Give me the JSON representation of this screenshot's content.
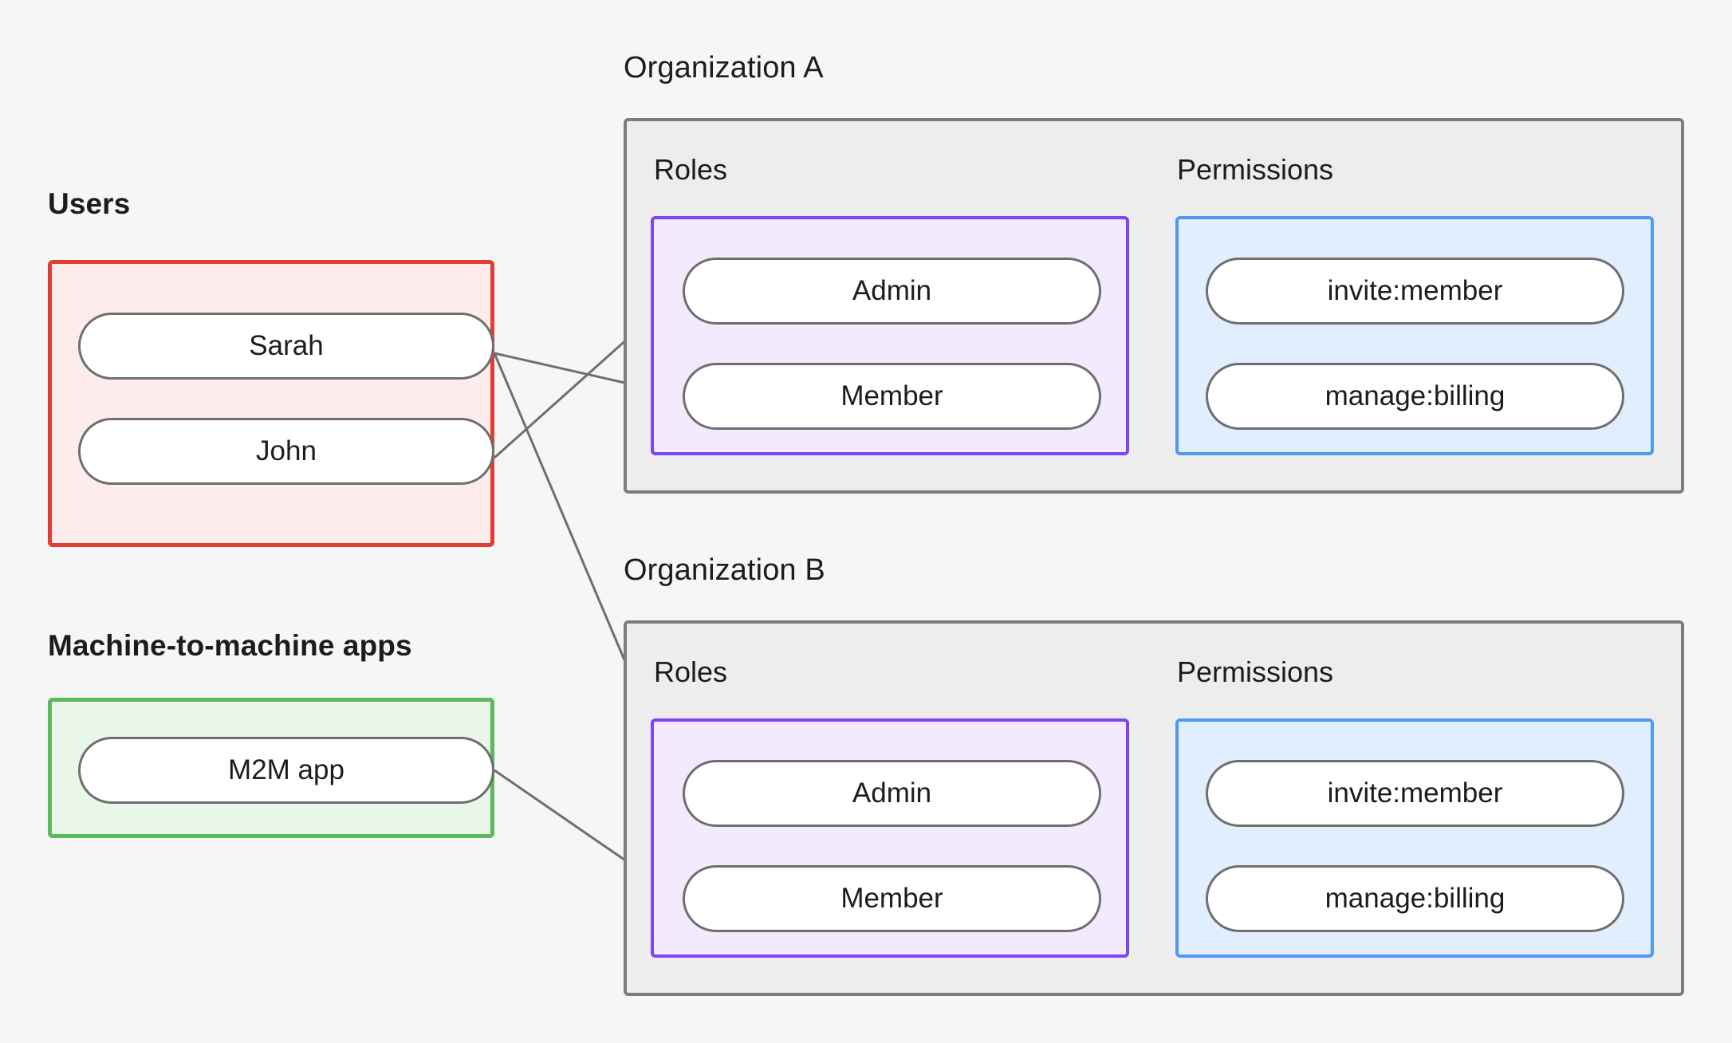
{
  "diagram": {
    "title_hidden": "",
    "background_color": "#f5f7f6",
    "edge_color": "#6e6e6e",
    "sections": {
      "users_label": "Users",
      "m2m_label": "Machine-to-machine apps",
      "org_a_label": "Organization A",
      "org_b_label": "Organization B",
      "roles_label": "Roles",
      "permissions_label": "Permissions"
    },
    "colors": {
      "users_border": "#e13c36",
      "users_fill": "#fdeceb",
      "m2m_border": "#5cb85c",
      "m2m_fill": "#e9f7e9",
      "org_border": "#7c7c7c",
      "org_fill": "#ededed",
      "roles_border": "#7c45f5",
      "roles_fill": "#f3eafd",
      "permissions_border": "#4f9af0",
      "permissions_fill": "#e0eefd",
      "node_border": "#6e6e6e",
      "node_fill": "#ffffff"
    }
  },
  "users": {
    "label": "Users",
    "items": [
      {
        "id": "sarah",
        "label": "Sarah"
      },
      {
        "id": "john",
        "label": "John"
      }
    ]
  },
  "m2m": {
    "label": "Machine-to-machine apps",
    "items": [
      {
        "id": "m2m-app",
        "label": "M2M app"
      }
    ]
  },
  "organizations": [
    {
      "id": "org-a",
      "label": "Organization A",
      "roles_label": "Roles",
      "permissions_label": "Permissions",
      "roles": [
        {
          "id": "org-a-admin",
          "label": "Admin"
        },
        {
          "id": "org-a-member",
          "label": "Member"
        }
      ],
      "permissions": [
        {
          "id": "org-a-invite",
          "label": "invite:member"
        },
        {
          "id": "org-a-billing",
          "label": "manage:billing"
        }
      ]
    },
    {
      "id": "org-b",
      "label": "Organization B",
      "roles_label": "Roles",
      "permissions_label": "Permissions",
      "roles": [
        {
          "id": "org-b-admin",
          "label": "Admin"
        },
        {
          "id": "org-b-member",
          "label": "Member"
        }
      ],
      "permissions": [
        {
          "id": "org-b-invite",
          "label": "invite:member"
        },
        {
          "id": "org-b-billing",
          "label": "manage:billing"
        }
      ]
    }
  ],
  "edges": [
    {
      "from": "john",
      "to": "org-a-admin"
    },
    {
      "from": "sarah",
      "to": "org-a-member"
    },
    {
      "from": "sarah",
      "to": "org-b-admin"
    },
    {
      "from": "m2m-app",
      "to": "org-b-member"
    },
    {
      "from": "org-a-admin",
      "to": "org-a-invite"
    },
    {
      "from": "org-a-admin",
      "to": "org-a-billing"
    },
    {
      "from": "org-a-member",
      "to": "org-a-billing"
    },
    {
      "from": "org-b-admin",
      "to": "org-b-invite"
    },
    {
      "from": "org-b-admin",
      "to": "org-b-billing"
    },
    {
      "from": "org-b-member",
      "to": "org-b-billing"
    }
  ]
}
